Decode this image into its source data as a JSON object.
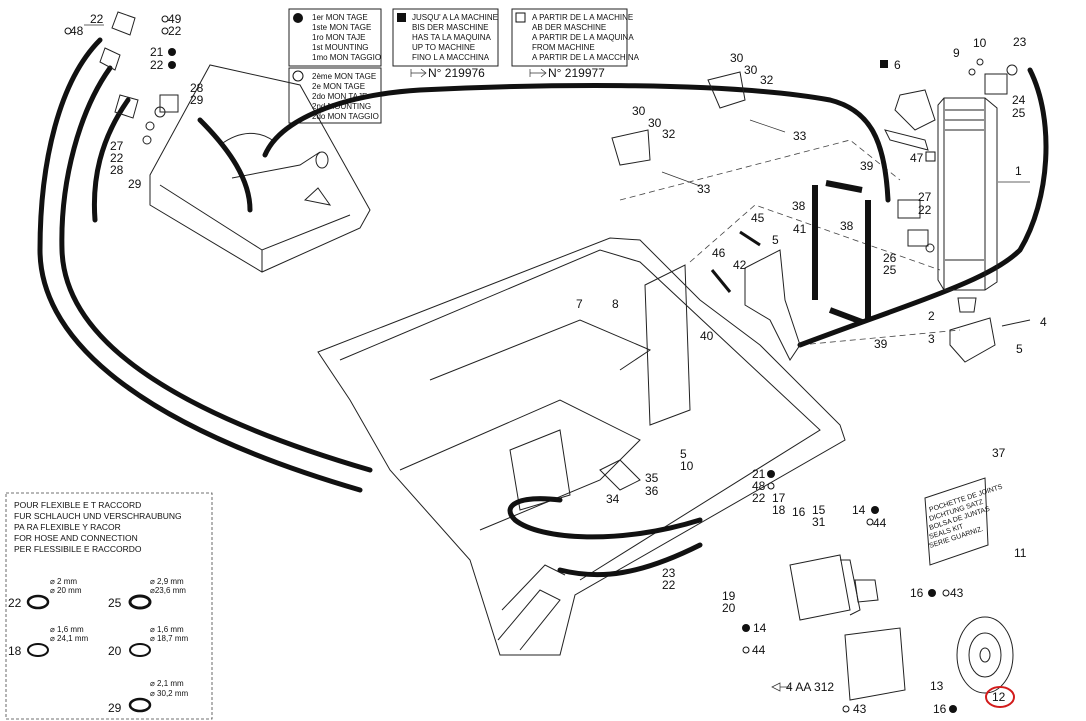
{
  "legend_boxes": {
    "first_mounting": [
      "1er MON TAGE",
      "1ste MON TAGE",
      "1ro MON TAJE",
      "1st MOUNTING",
      "1mo MON TAGGIO"
    ],
    "second_mounting": [
      "2ème MON TAGE",
      "2e MON TAGE",
      "2do MON TAJE",
      "2nd MOUNTING",
      "2do MON TAGGIO"
    ],
    "up_to_machine": [
      "JUSQU' A LA MACHINE",
      "BIS DER MASCHINE",
      "HAS TA LA MAQUINA",
      "UP TO MACHINE",
      "FINO L A MACCHINA"
    ],
    "up_to_machine_number": "N° 219976",
    "from_machine": [
      "A PARTIR DE L A MACHINE",
      "AB DER MASCHINE",
      "A PARTIR DE L A MAQUINA",
      "FROM MACHINE",
      "A PARTIR DE L A MACCHINA"
    ],
    "from_machine_number": "N° 219977"
  },
  "hose_box": {
    "title": [
      "POUR FLEXIBLE E T RACCORD",
      "FUR SCHLAUCH UND VERSCHRAUBUNG",
      "PA RA FLEXIBLE Y RACOR",
      "FOR HOSE AND CONNECTION",
      "PER FLESSIBILE E RACCORDO"
    ],
    "seals": [
      {
        "ref": "22",
        "d1": "⌀ 2 mm",
        "d2": "⌀ 20 mm"
      },
      {
        "ref": "25",
        "d1": "⌀ 2,9 mm",
        "d2": "⌀23,6 mm"
      },
      {
        "ref": "18",
        "d1": "⌀ 1,6 mm",
        "d2": "⌀ 24,1 mm"
      },
      {
        "ref": "20",
        "d1": "⌀ 1,6 mm",
        "d2": "⌀ 18,7 mm"
      },
      {
        "ref": "29",
        "d1": "⌀ 2,1 mm",
        "d2": "⌀ 30,2 mm"
      }
    ]
  },
  "seal_kit_plate": [
    "POCHETTE DE JOINTS",
    "DICHTUNG SATZ",
    "BOLSA DE JUNTAS",
    "SEALS KIT",
    "SERIE GUARNIZ."
  ],
  "reference_note": "4 AA 312",
  "highlighted_part": "12",
  "callouts": {
    "c22a": "22",
    "c48a": "48",
    "c49": "49",
    "c22b": "22",
    "c21a": "21",
    "c22c": "22",
    "c28a": "28",
    "c29a": "29",
    "c27a": "27",
    "c22d": "22",
    "c28b": "28",
    "c29b": "29",
    "c30a": "30",
    "c30b": "30",
    "c32a": "32",
    "c33a": "33",
    "c30c": "30",
    "c30d": "30",
    "c32b": "32",
    "c33b": "33",
    "c6": "6",
    "c9": "9",
    "c10a": "10",
    "c23a": "23",
    "c24": "24",
    "c25a": "25",
    "c47": "47",
    "c1": "1",
    "c39a": "39",
    "c38a": "38",
    "c38b": "38",
    "c27b": "27",
    "c22e": "22",
    "c45": "45",
    "c5a": "5",
    "c41": "41",
    "c46": "46",
    "c42": "42",
    "c26": "26",
    "c25b": "25",
    "c7": "7",
    "c8": "8",
    "c2": "2",
    "c3": "3",
    "c4": "4",
    "c5b": "5",
    "c39b": "39",
    "c40": "40",
    "c5c": "5",
    "c10b": "10",
    "c35": "35",
    "c36": "36",
    "c34": "34",
    "c37": "37",
    "c21b": "21",
    "c48b": "48",
    "c22f": "22",
    "c17": "17",
    "c18a": "18",
    "c16a": "16",
    "c15": "15",
    "c31": "31",
    "c14a": "14",
    "c44a": "44",
    "c11": "11",
    "c23b": "23",
    "c22g": "22",
    "c19": "19",
    "c20": "20",
    "c16b": "16",
    "c43a": "43",
    "c14b": "14",
    "c44b": "44",
    "c13": "13",
    "c43b": "43",
    "c16c": "16"
  }
}
